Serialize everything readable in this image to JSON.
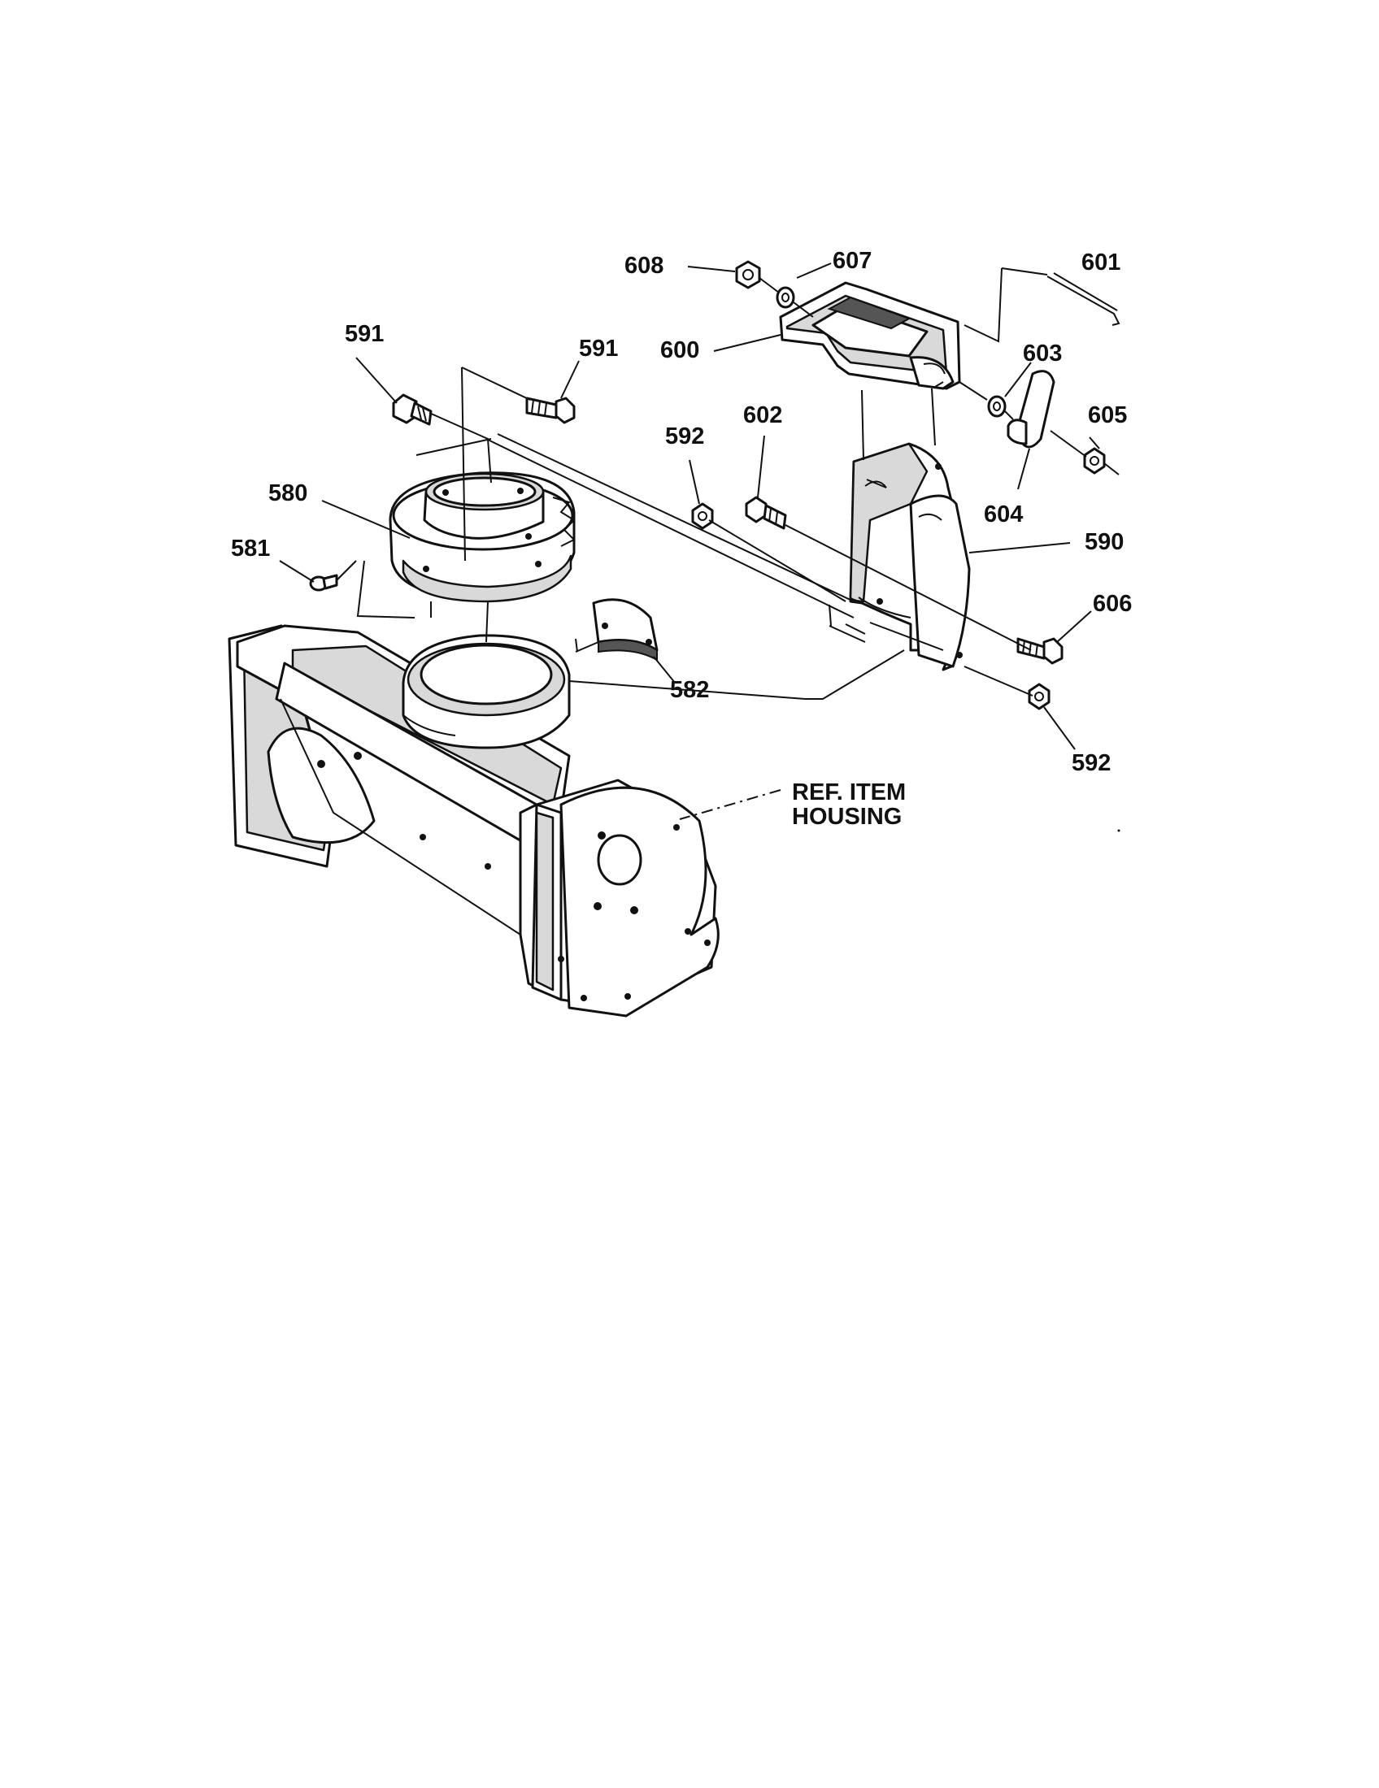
{
  "callouts": {
    "c608": "608",
    "c607": "607",
    "c601": "601",
    "c591_left": "591",
    "c591_right": "591",
    "c600": "600",
    "c603": "603",
    "c605": "605",
    "c592_top": "592",
    "c602": "602",
    "c580": "580",
    "c604": "604",
    "c590": "590",
    "c581": "581",
    "c606": "606",
    "c582": "582",
    "c592_bottom": "592"
  },
  "reference": {
    "line1": "REF. ITEM",
    "line2": "HOUSING"
  }
}
